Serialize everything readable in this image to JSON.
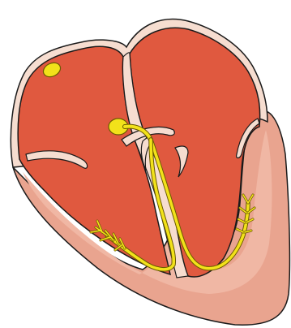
{
  "diagram": {
    "type": "heart-conduction-system",
    "labels": [],
    "colors": {
      "background": "#ffffff",
      "outline": "#1a1a1a",
      "chamber_fill": "#e0593f",
      "myocardium_outer": "#e9a48f",
      "myocardium_wall": "#f3ccbd",
      "septum_and_rim": "#f6ddd0",
      "conduction_fill": "#f2e21a",
      "conduction_stroke": "#6b5a00"
    },
    "parts": [
      "sa-node",
      "av-node",
      "bundle-of-his",
      "left-bundle-branch",
      "right-bundle-branch",
      "purkinje-fibers",
      "interatrial-septum",
      "interventricular-septum",
      "valve-flaps"
    ]
  }
}
